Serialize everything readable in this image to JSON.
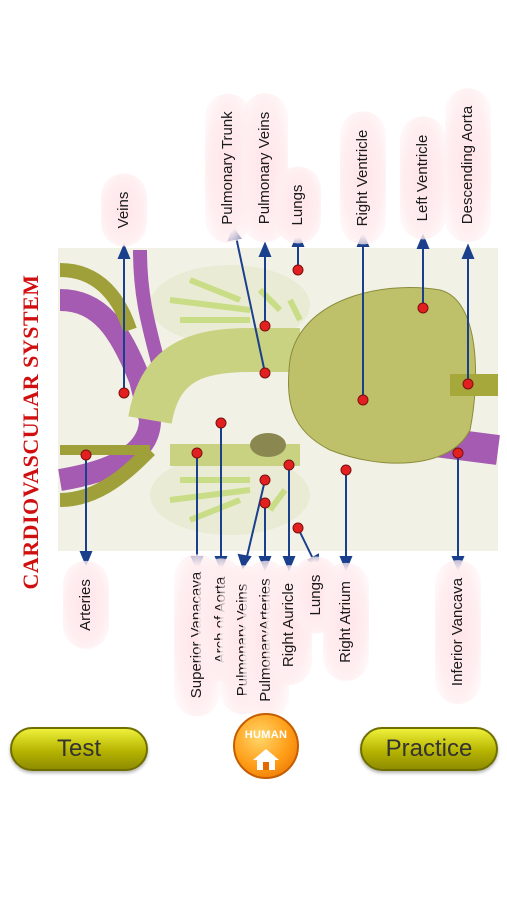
{
  "title": "CARDIOVASCULAR SYSTEM",
  "labels": {
    "veins": "Veins",
    "pulmonary_trunk": "Pulmonary Trunk",
    "pulmonary_veins_top": "Pulmonary Veins",
    "lungs_top": "Lungs",
    "right_ventricle": "Right Ventricle",
    "left_ventricle": "Left Ventricle",
    "descending_aorta": "Descending Aorta",
    "arteries": "Arteries",
    "superior_vanacava": "Superior Vanacava",
    "arch_of_aorta": "Arch of Aorta",
    "pulmonary_veins_bottom": "Pulmonary Veins",
    "pulmonary_arteries": "PulmonaryArteries",
    "right_auricle": "Right Auricle",
    "lungs_bottom": "Lungs",
    "right_atrium": "Right Atrium",
    "inferior_vancava": "Inferior Vancava"
  },
  "buttons": {
    "test": "Test",
    "practice": "Practice",
    "home": "HUMAN"
  },
  "colors": {
    "title": "#d01010",
    "arrow": "#1a3f8c",
    "button": "#c8c400"
  }
}
